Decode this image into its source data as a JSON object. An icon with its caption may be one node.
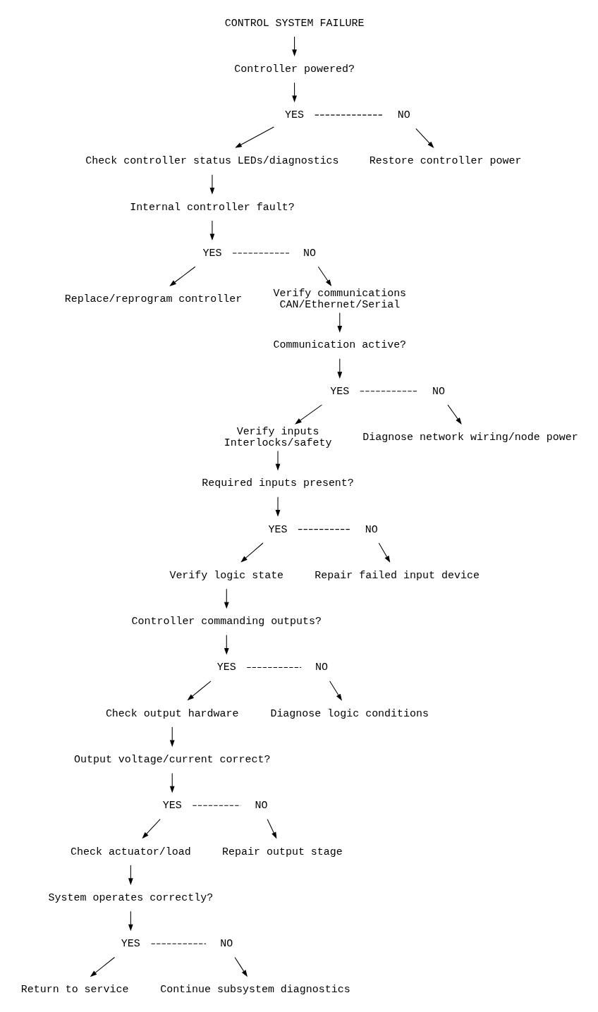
{
  "diagram": {
    "nodes": [
      {
        "text": [
          "CONTROL SYSTEM FAILURE"
        ]
      },
      {
        "text": [
          "Controller powered?"
        ]
      },
      {
        "text": [
          "YES"
        ]
      },
      {
        "text": [
          "NO"
        ]
      },
      {
        "text": [
          "Check controller status LEDs/diagnostics"
        ]
      },
      {
        "text": [
          "Restore controller power"
        ]
      },
      {
        "text": [
          "Internal controller fault?"
        ]
      },
      {
        "text": [
          "YES"
        ]
      },
      {
        "text": [
          "NO"
        ]
      },
      {
        "text": [
          "Replace/reprogram controller"
        ]
      },
      {
        "text": [
          "Verify communications",
          "CAN/Ethernet/Serial"
        ]
      },
      {
        "text": [
          "Communication active?"
        ]
      },
      {
        "text": [
          "YES"
        ]
      },
      {
        "text": [
          "NO"
        ]
      },
      {
        "text": [
          "Verify inputs",
          "Interlocks/safety"
        ]
      },
      {
        "text": [
          "Diagnose network wiring/node power"
        ]
      },
      {
        "text": [
          "Required inputs present?"
        ]
      },
      {
        "text": [
          "YES"
        ]
      },
      {
        "text": [
          "NO"
        ]
      },
      {
        "text": [
          "Verify logic state"
        ]
      },
      {
        "text": [
          "Repair failed input device"
        ]
      },
      {
        "text": [
          "Controller commanding outputs?"
        ]
      },
      {
        "text": [
          "YES"
        ]
      },
      {
        "text": [
          "NO"
        ]
      },
      {
        "text": [
          "Check output hardware"
        ]
      },
      {
        "text": [
          "Diagnose logic conditions"
        ]
      },
      {
        "text": [
          "Output voltage/current correct?"
        ]
      },
      {
        "text": [
          "YES"
        ]
      },
      {
        "text": [
          "NO"
        ]
      },
      {
        "text": [
          "Check actuator/load"
        ]
      },
      {
        "text": [
          "Repair output stage"
        ]
      },
      {
        "text": [
          "System operates correctly?"
        ]
      },
      {
        "text": [
          "YES"
        ]
      },
      {
        "text": [
          "NO"
        ]
      },
      {
        "text": [
          "Return to service"
        ]
      },
      {
        "text": [
          "Continue subsystem diagnostics"
        ]
      }
    ],
    "edges": [
      {
        "from": 0,
        "to": 1,
        "arrow": "to"
      },
      {
        "from": 1,
        "to": 2,
        "arrow": "to"
      },
      {
        "from": 2,
        "to": 3,
        "arrow": "none",
        "style": "dashed"
      },
      {
        "from": 2,
        "to": 4,
        "arrow": "to"
      },
      {
        "from": 3,
        "to": 5,
        "arrow": "to"
      },
      {
        "from": 4,
        "to": 6,
        "arrow": "to"
      },
      {
        "from": 6,
        "to": 7,
        "arrow": "to"
      },
      {
        "from": 7,
        "to": 8,
        "arrow": "none",
        "style": "dashed"
      },
      {
        "from": 7,
        "to": 9,
        "arrow": "to"
      },
      {
        "from": 8,
        "to": 10,
        "arrow": "to"
      },
      {
        "from": 10,
        "to": 11,
        "arrow": "to"
      },
      {
        "from": 11,
        "to": 12,
        "arrow": "to"
      },
      {
        "from": 12,
        "to": 13,
        "arrow": "none",
        "style": "dashed"
      },
      {
        "from": 12,
        "to": 14,
        "arrow": "to"
      },
      {
        "from": 13,
        "to": 15,
        "arrow": "to"
      },
      {
        "from": 14,
        "to": 16,
        "arrow": "to"
      },
      {
        "from": 16,
        "to": 17,
        "arrow": "to"
      },
      {
        "from": 17,
        "to": 18,
        "arrow": "none",
        "style": "dashed"
      },
      {
        "from": 17,
        "to": 19,
        "arrow": "to"
      },
      {
        "from": 18,
        "to": 20,
        "arrow": "to"
      },
      {
        "from": 19,
        "to": 21,
        "arrow": "to"
      },
      {
        "from": 21,
        "to": 22,
        "arrow": "to"
      },
      {
        "from": 22,
        "to": 23,
        "arrow": "none",
        "style": "dashed"
      },
      {
        "from": 22,
        "to": 24,
        "arrow": "to"
      },
      {
        "from": 23,
        "to": 25,
        "arrow": "to"
      },
      {
        "from": 24,
        "to": 26,
        "arrow": "to"
      },
      {
        "from": 26,
        "to": 27,
        "arrow": "to"
      },
      {
        "from": 27,
        "to": 28,
        "arrow": "none",
        "style": "dashed"
      },
      {
        "from": 27,
        "to": 29,
        "arrow": "to"
      },
      {
        "from": 28,
        "to": 30,
        "arrow": "to"
      },
      {
        "from": 29,
        "to": 31,
        "arrow": "to"
      },
      {
        "from": 31,
        "to": 32,
        "arrow": "to"
      },
      {
        "from": 32,
        "to": 33,
        "arrow": "none",
        "style": "dashed"
      },
      {
        "from": 32,
        "to": 34,
        "arrow": "to"
      },
      {
        "from": 33,
        "to": 35,
        "arrow": "to"
      }
    ]
  }
}
